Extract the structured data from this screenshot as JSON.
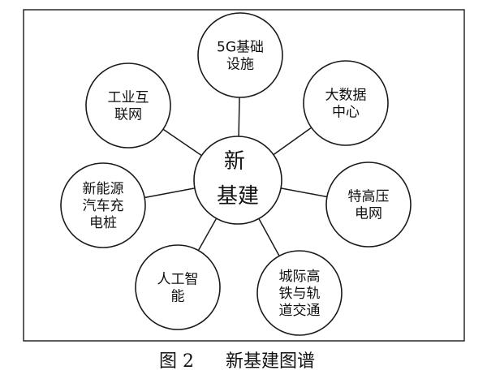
{
  "diagram": {
    "hub": {
      "lines": [
        "新",
        "基建"
      ]
    },
    "nodes": [
      {
        "id": "5g",
        "lines": [
          "5G基础",
          "设施"
        ]
      },
      {
        "id": "data-center",
        "lines": [
          "大数据",
          "中心"
        ]
      },
      {
        "id": "uhv",
        "lines": [
          "特高压",
          "电网"
        ]
      },
      {
        "id": "rail",
        "lines": [
          "城际高",
          "铁与轨",
          "道交通"
        ]
      },
      {
        "id": "ai",
        "lines": [
          "人工智",
          "能"
        ]
      },
      {
        "id": "ev-charging",
        "lines": [
          "新能源",
          "汽车充",
          "电桩"
        ]
      },
      {
        "id": "industrial-internet",
        "lines": [
          "工业互",
          "联网"
        ]
      }
    ]
  },
  "caption": {
    "label": "图 2",
    "title": "新基建图谱"
  }
}
